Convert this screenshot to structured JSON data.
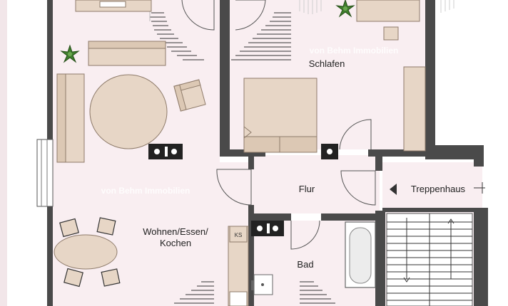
{
  "rooms": {
    "schlafen": "Schlafen",
    "flur": "Flur",
    "treppenhaus": "Treppenhaus",
    "wohnen_line1": "Wohnen/Essen/",
    "wohnen_line2": "Kochen",
    "bad": "Bad"
  },
  "fixtures": {
    "ks_label": "KS"
  },
  "watermark": {
    "text": "von Behm Immobilien"
  },
  "colors": {
    "floor": "#f9eef1",
    "wall": "#4a4a4a",
    "furniture": "#e7d6c6"
  },
  "icons": [
    "plant-icon",
    "outlet-icon",
    "arrow-left-icon"
  ]
}
